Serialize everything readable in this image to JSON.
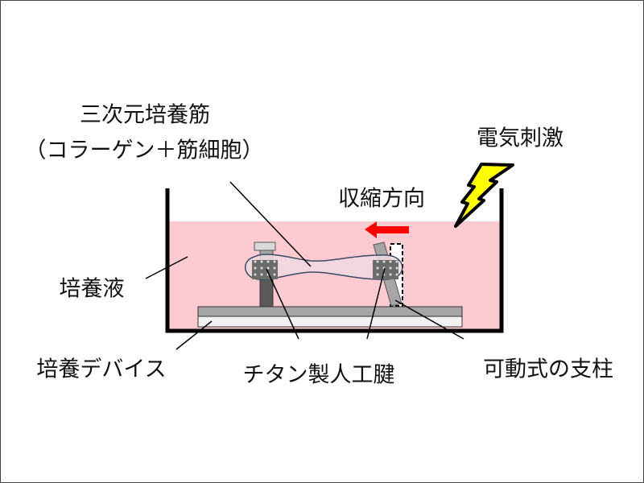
{
  "labels": {
    "muscle_title": "三次元培養筋",
    "muscle_sub": "（コラーゲン＋筋細胞）",
    "stimulation": "電気刺激",
    "contraction": "収縮方向",
    "medium": "培養液",
    "device": "培養デバイス",
    "tendon": "チタン製人工腱",
    "pillar": "可動式の支柱"
  },
  "colors": {
    "medium": "#fccbd2",
    "arrow": "#ff0000",
    "bolt": "#ffff00",
    "base_top": "#a6a6a6",
    "pillar": "#595959"
  },
  "icons": [
    "lightning-bolt-icon",
    "left-arrow-icon"
  ]
}
